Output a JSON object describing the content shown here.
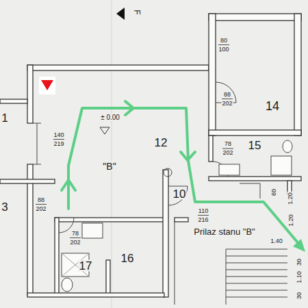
{
  "diagram": {
    "labels": [
      "F",
      "80",
      "100",
      "88",
      "202",
      "14",
      "± 0.00",
      "12",
      "78",
      "202",
      "15",
      "140",
      "219",
      "\"B\"",
      "1",
      "3",
      "88",
      "202",
      "10",
      "110",
      "216",
      "60",
      "1.20",
      "1.20",
      "1.40",
      "Prilaz stanu \"B\"",
      "78",
      "202",
      "17",
      "16",
      "30",
      "1.10",
      "30"
    ]
  }
}
